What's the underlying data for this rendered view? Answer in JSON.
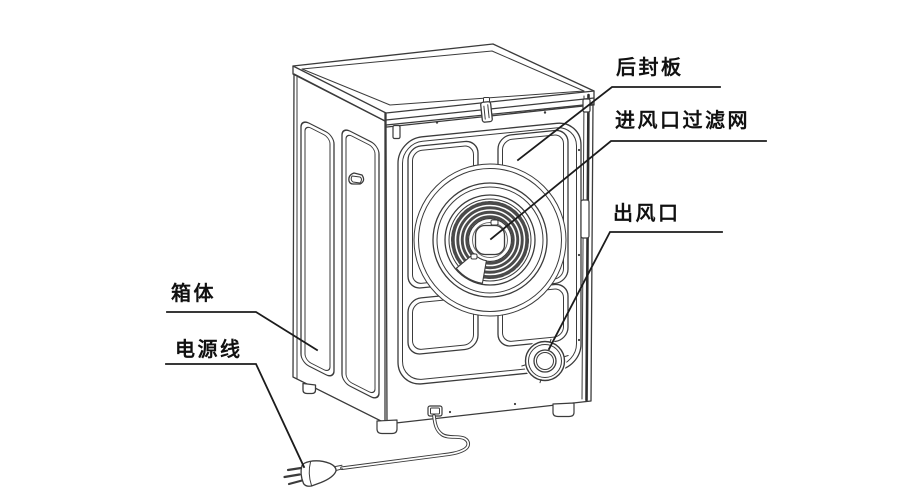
{
  "diagram": {
    "labels": [
      {
        "id": "rear-seal-panel",
        "text": "后封板"
      },
      {
        "id": "air-inlet-filter",
        "text": "进风口过滤网"
      },
      {
        "id": "air-outlet",
        "text": "出风口"
      },
      {
        "id": "cabinet",
        "text": "箱体"
      },
      {
        "id": "power-cord",
        "text": "电源线"
      }
    ],
    "colors": {
      "line": "#3b3b3b",
      "dark_edge": "#2e2e2e",
      "leader": "#1c1c1c",
      "label_text": "#111111",
      "background": "#ffffff"
    }
  }
}
